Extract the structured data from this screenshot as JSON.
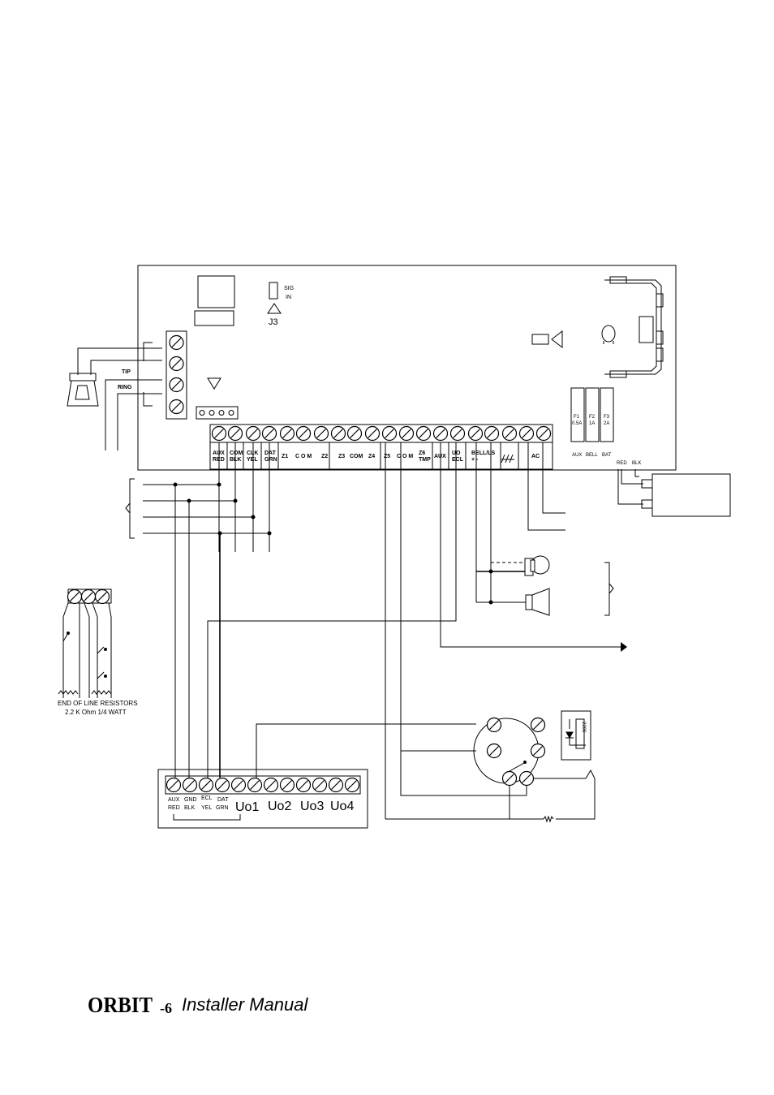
{
  "board": {
    "jumper_top": [
      "SIG",
      "IN"
    ],
    "jumper_name": "J3",
    "phone_labels": [
      "TIP",
      "RING"
    ],
    "terminals": [
      {
        "id": "aux",
        "lines": [
          "AUX",
          "RED"
        ]
      },
      {
        "id": "com",
        "lines": [
          "COM",
          "BLK"
        ]
      },
      {
        "id": "clk",
        "lines": [
          "CLK",
          "YEL"
        ]
      },
      {
        "id": "dat",
        "lines": [
          "DAT",
          "GRN"
        ]
      },
      {
        "id": "z1",
        "lines": [
          "Z1"
        ]
      },
      {
        "id": "com1",
        "lines": [
          "C O M"
        ]
      },
      {
        "id": "z2",
        "lines": [
          "Z2"
        ]
      },
      {
        "id": "z3",
        "lines": [
          "Z3"
        ]
      },
      {
        "id": "com2",
        "lines": [
          "COM"
        ]
      },
      {
        "id": "z4",
        "lines": [
          "Z4"
        ]
      },
      {
        "id": "z5",
        "lines": [
          "Z5"
        ]
      },
      {
        "id": "com3",
        "lines": [
          "C O M"
        ]
      },
      {
        "id": "z6",
        "lines": [
          "Z6",
          "TMP"
        ]
      },
      {
        "id": "aux2",
        "lines": [
          "AUX"
        ]
      },
      {
        "id": "uo",
        "lines": [
          "UO",
          "ECL"
        ]
      },
      {
        "id": "bell",
        "lines": [
          "BELL/LS",
          "+     -"
        ]
      },
      {
        "id": "ac",
        "lines": [
          "AC"
        ]
      }
    ],
    "fuses": [
      {
        "name": "F1",
        "value": "0.5A"
      },
      {
        "name": "F2",
        "value": "1A"
      },
      {
        "name": "F3",
        "value": "2A"
      }
    ],
    "fuse_labels": [
      "AUX",
      "BELL",
      "BAT"
    ],
    "battery_labels": [
      "RED",
      "BLK"
    ]
  },
  "resistor_note": [
    "END OF LINE RESISTORS",
    "2.2 K Ohm 1/4 WATT"
  ],
  "expander": {
    "small_labels": [
      {
        "lines": [
          "AUX",
          "RED"
        ]
      },
      {
        "lines": [
          "GND",
          "BLK"
        ]
      },
      {
        "lines": [
          "ECL",
          "YEL"
        ]
      },
      {
        "lines": [
          "DAT",
          "GRN"
        ]
      }
    ],
    "outputs": [
      "Uo1",
      "Uo2",
      "Uo3",
      "Uo4"
    ]
  },
  "detector": {
    "resistor_label": "2200"
  },
  "footer": {
    "brand": "ORBIT",
    "brand_suffix": "-6",
    "title": "Installer Manual"
  }
}
